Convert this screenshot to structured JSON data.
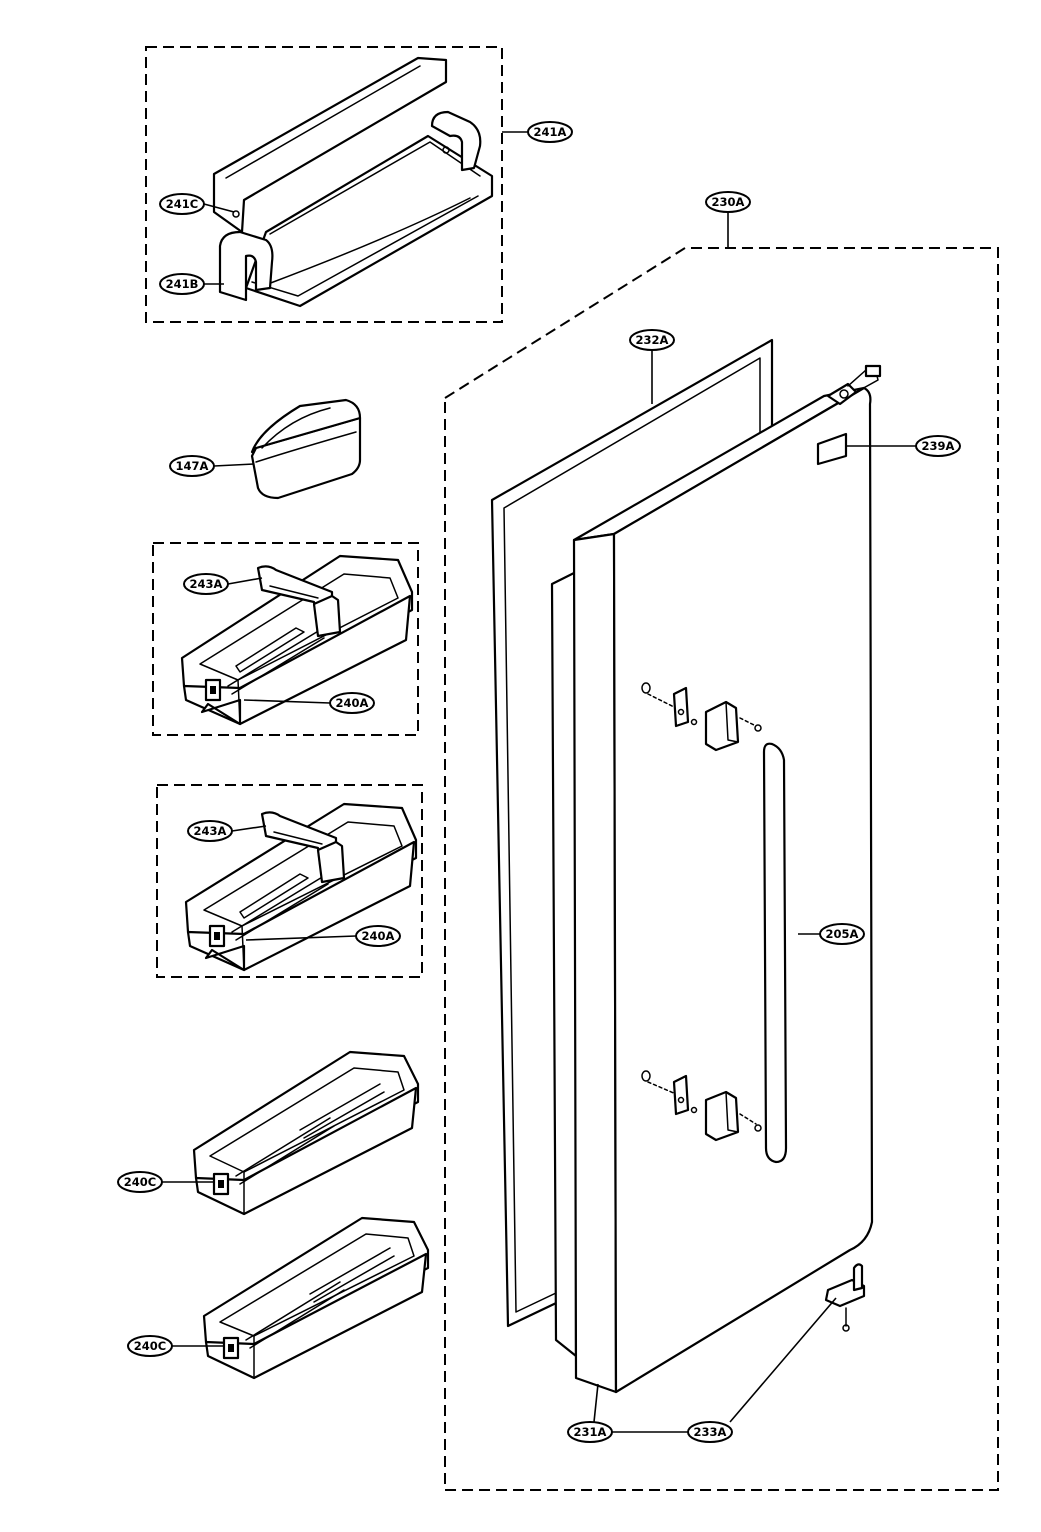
{
  "callouts": {
    "c241A": "241A",
    "c241C": "241C",
    "c241B": "241B",
    "c230A": "230A",
    "c232A": "232A",
    "c239A": "239A",
    "c147A": "147A",
    "c243A_1": "243A",
    "c240A_1": "240A",
    "c243A_2": "243A",
    "c240A_2": "240A",
    "c205A": "205A",
    "c240C_1": "240C",
    "c240C_2": "240C",
    "c231A": "231A",
    "c233A": "233A"
  }
}
